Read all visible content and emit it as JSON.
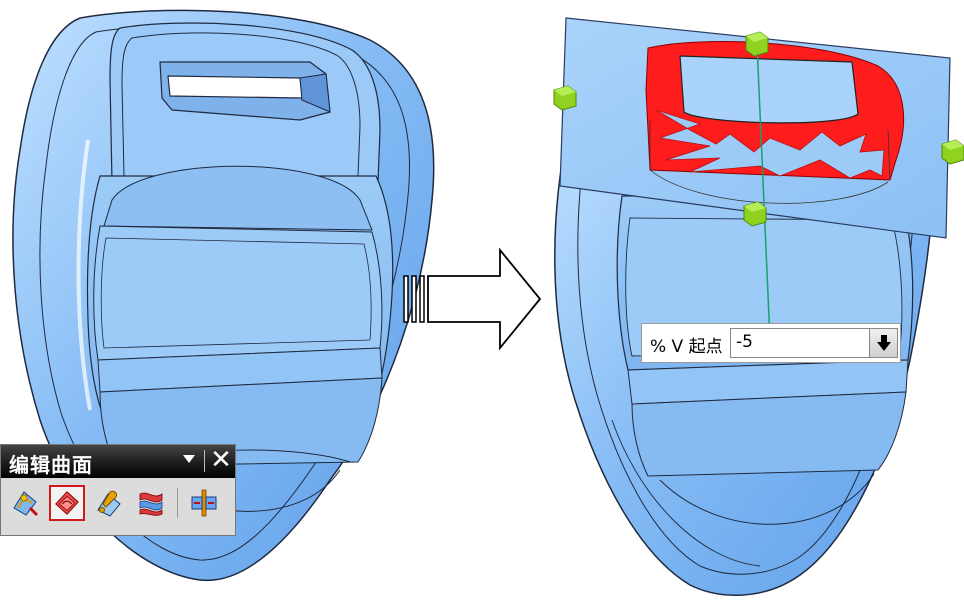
{
  "toolbar": {
    "title": "编辑曲面",
    "icons": [
      "edit-surface-icon",
      "x-form-icon",
      "wrench-surface-icon",
      "curve-surface-icon",
      "enlarge-icon"
    ],
    "active_index": 1
  },
  "v_start": {
    "label": "% V 起点",
    "value": "-5"
  },
  "colors": {
    "model": "#8ec1f4",
    "model_edge": "#222222",
    "highlight": "#ff1c1c",
    "handle": "#7ec81a",
    "plane": "#9ccbf7"
  }
}
